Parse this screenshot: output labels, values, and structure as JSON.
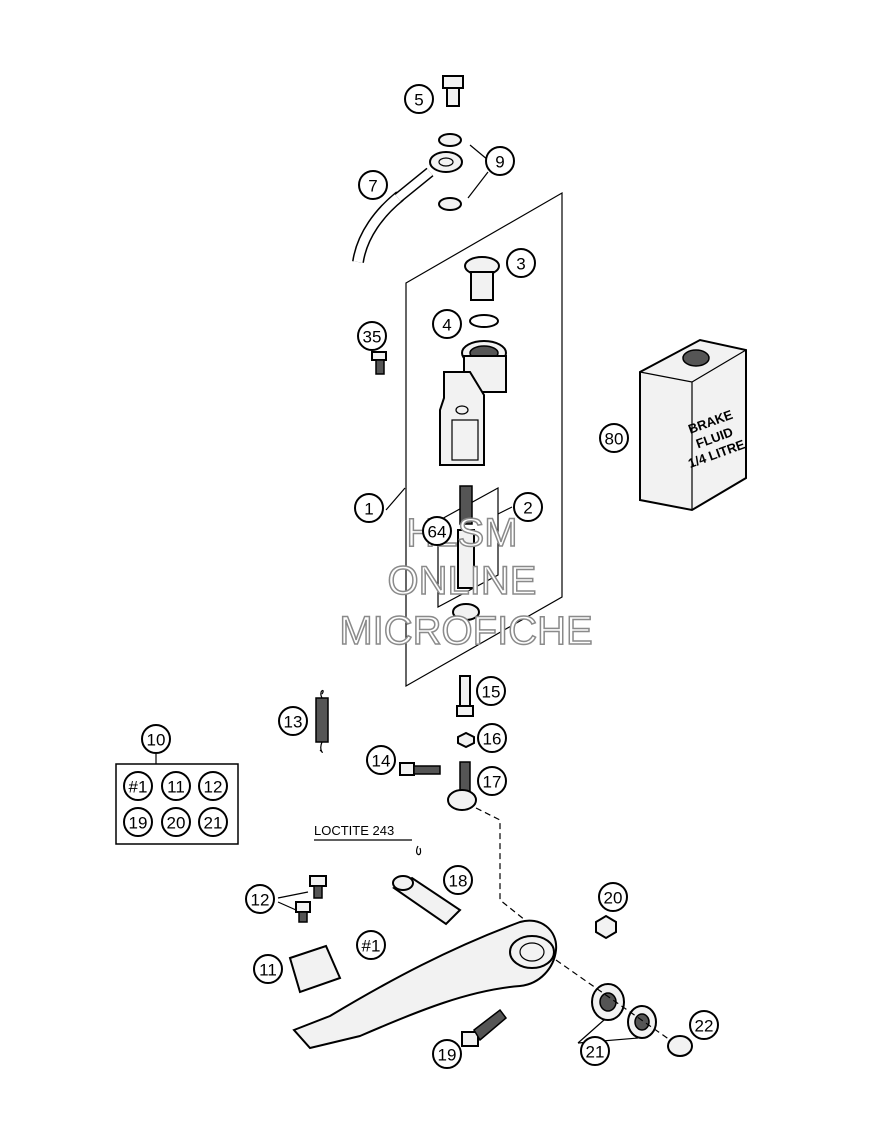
{
  "callouts": [
    {
      "id": "c1",
      "text": "1"
    },
    {
      "id": "c2",
      "text": "2"
    },
    {
      "id": "c3",
      "text": "3"
    },
    {
      "id": "c4",
      "text": "4"
    },
    {
      "id": "c5",
      "text": "5"
    },
    {
      "id": "c7",
      "text": "7"
    },
    {
      "id": "c9",
      "text": "9"
    },
    {
      "id": "c10",
      "text": "10"
    },
    {
      "id": "c11",
      "text": "11"
    },
    {
      "id": "c12",
      "text": "12"
    },
    {
      "id": "c13",
      "text": "13"
    },
    {
      "id": "c14",
      "text": "14"
    },
    {
      "id": "c15",
      "text": "15"
    },
    {
      "id": "c16",
      "text": "16"
    },
    {
      "id": "c17",
      "text": "17"
    },
    {
      "id": "c18",
      "text": "18"
    },
    {
      "id": "c19",
      "text": "19"
    },
    {
      "id": "c20",
      "text": "20"
    },
    {
      "id": "c21",
      "text": "21"
    },
    {
      "id": "c22",
      "text": "22"
    },
    {
      "id": "c35",
      "text": "35"
    },
    {
      "id": "c80",
      "text": "80"
    },
    {
      "id": "c64",
      "text": "64"
    },
    {
      "id": "cA",
      "text": "#1"
    }
  ],
  "kit_box": {
    "header": "10",
    "items": [
      "#1",
      "11",
      "12",
      "19",
      "20",
      "21"
    ]
  },
  "loctite_label": "LOCTITE 243",
  "fluid_label": [
    "BRAKE",
    "FLUID",
    "1/4 LITRE"
  ],
  "watermark": [
    "HLSM",
    "ONLINE",
    "MICROFICHE"
  ]
}
